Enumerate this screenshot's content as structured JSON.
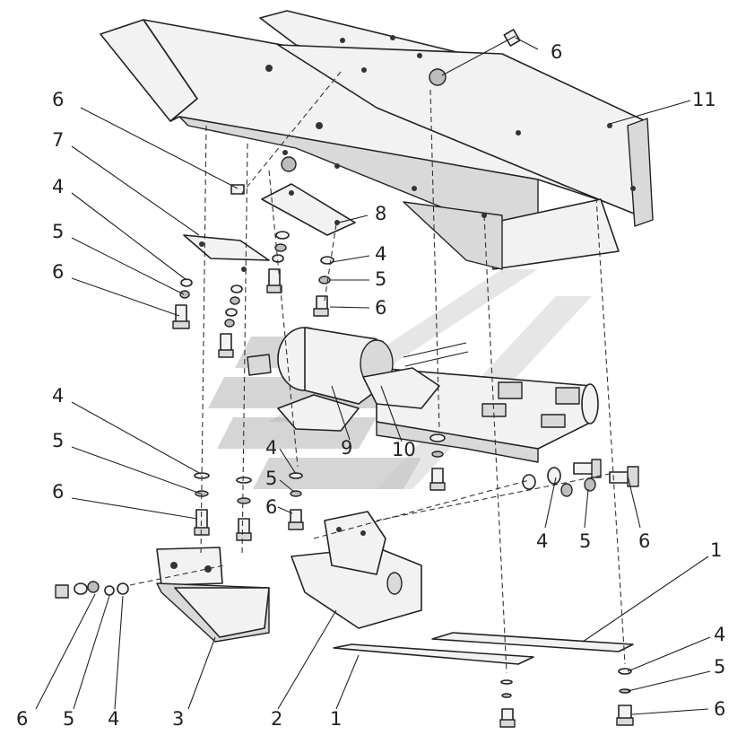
{
  "labels": {
    "l1a": "1",
    "l1b": "1",
    "l2": "2",
    "l3": "3",
    "l4a": "4",
    "l4b": "4",
    "l4c": "4",
    "l4d": "4",
    "l4e": "4",
    "l4f": "4",
    "l4g": "4",
    "l5a": "5",
    "l5b": "5",
    "l5c": "5",
    "l5d": "5",
    "l5e": "5",
    "l5f": "5",
    "l5g": "5",
    "l6a": "6",
    "l6b": "6",
    "l6c": "6",
    "l6d": "6",
    "l6e": "6",
    "l6f": "6",
    "l6g": "6",
    "l6h": "6",
    "l6i": "6",
    "l7": "7",
    "l8": "8",
    "l9": "9",
    "l10": "10",
    "l11": "11"
  }
}
